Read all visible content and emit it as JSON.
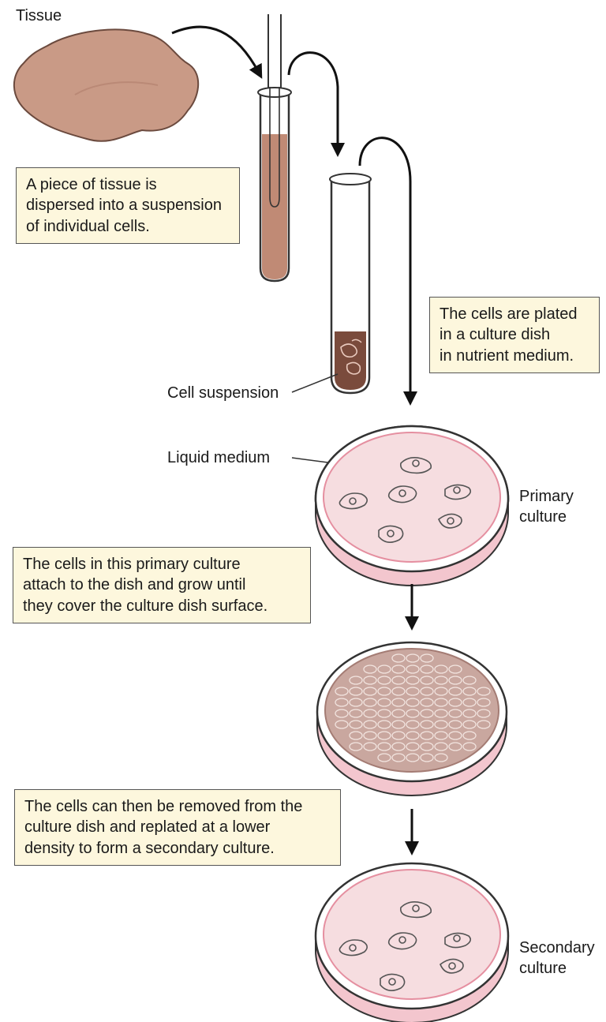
{
  "labels": {
    "tissue": "Tissue",
    "cell_suspension": "Cell suspension",
    "liquid_medium": "Liquid medium",
    "primary_culture": [
      "Primary",
      "culture"
    ],
    "secondary_culture": [
      "Secondary",
      "culture"
    ]
  },
  "captions": {
    "disperse": [
      "A piece of tissue is",
      "dispersed into a suspension",
      "of individual cells."
    ],
    "plated": [
      "The cells are plated",
      "in a culture dish",
      "in nutrient medium."
    ],
    "attach": [
      "The cells in this primary culture",
      "attach to the dish and grow until",
      "they cover the culture dish surface."
    ],
    "replate": [
      "The cells can then be removed from the",
      "culture dish and replated at a lower",
      "density to form a secondary culture."
    ]
  },
  "colors": {
    "tissue": "#c99a86",
    "medium": "#f6dde0",
    "medium_rim": "#e58fa0",
    "caption_bg": "#fdf7dd",
    "confluent": "#c9a79f"
  }
}
